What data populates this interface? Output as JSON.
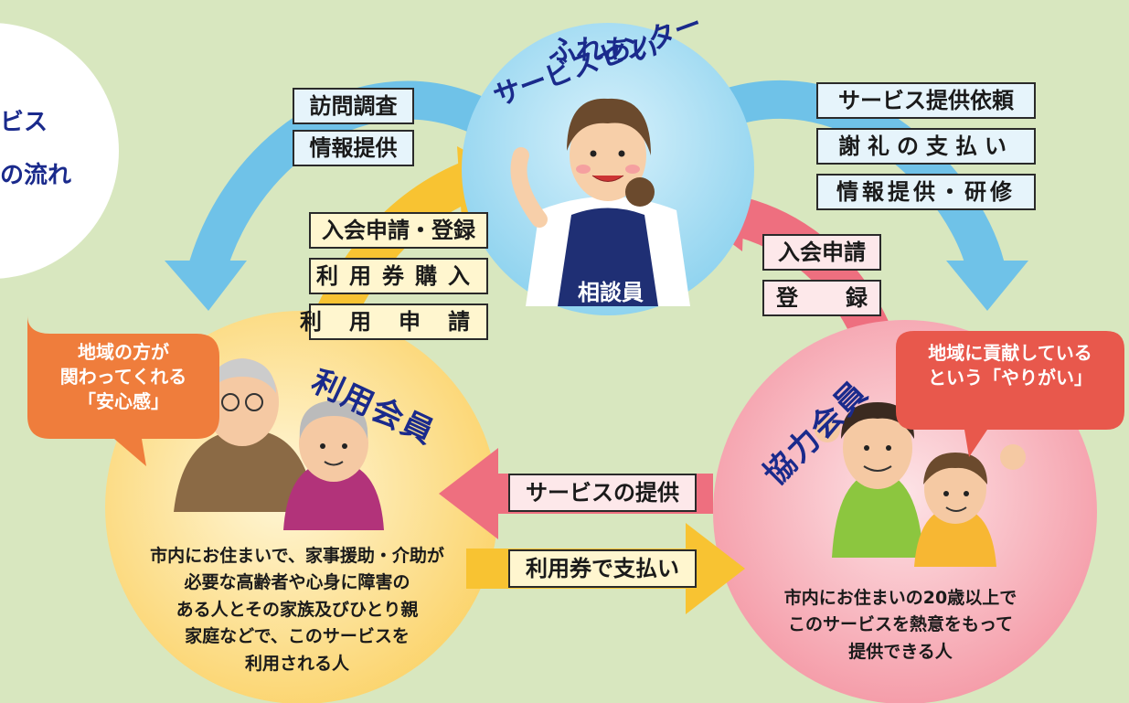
{
  "title": {
    "line1": "ビス",
    "line2": "の流れ"
  },
  "center": {
    "name_line1": "ふれあい",
    "name_line2": "サービスセンター",
    "staff_label": "相談員"
  },
  "left_top_boxes": [
    "訪問調査",
    "情報提供"
  ],
  "right_top_boxes": [
    "サービス提供依頼",
    "謝礼の支払い",
    "情報提供・研修"
  ],
  "user_to_center_boxes": [
    "入会申請・登録",
    "利用券購入",
    "利用申請"
  ],
  "coop_to_center_boxes": [
    "入会申請",
    "登録"
  ],
  "user_member": {
    "label": "利用会員",
    "bubble": [
      "地域の方が",
      "関わってくれる",
      "「安心感」"
    ],
    "description": [
      "市内にお住まいで、家事援助・介助が",
      "必要な高齢者や心身に障害の",
      "ある人とその家族及びひとり親",
      "家庭などで、このサービスを",
      "利用される人"
    ]
  },
  "coop_member": {
    "label": "協力会員",
    "bubble": [
      "地域に貢献している",
      "という「やりがい」"
    ],
    "description": [
      "市内にお住まいの20歳以上で",
      "このサービスを熱意をもって",
      "提供できる人"
    ]
  },
  "middle_arrows": {
    "service": "サービスの提供",
    "payment": "利用券で支払い"
  },
  "colors": {
    "background": "#d8e7bf",
    "blue_arrow": "#6fc2e8",
    "yellow_arrow": "#f8c332",
    "pink_arrow": "#ee6f7f",
    "title": "#1a2a8c"
  }
}
